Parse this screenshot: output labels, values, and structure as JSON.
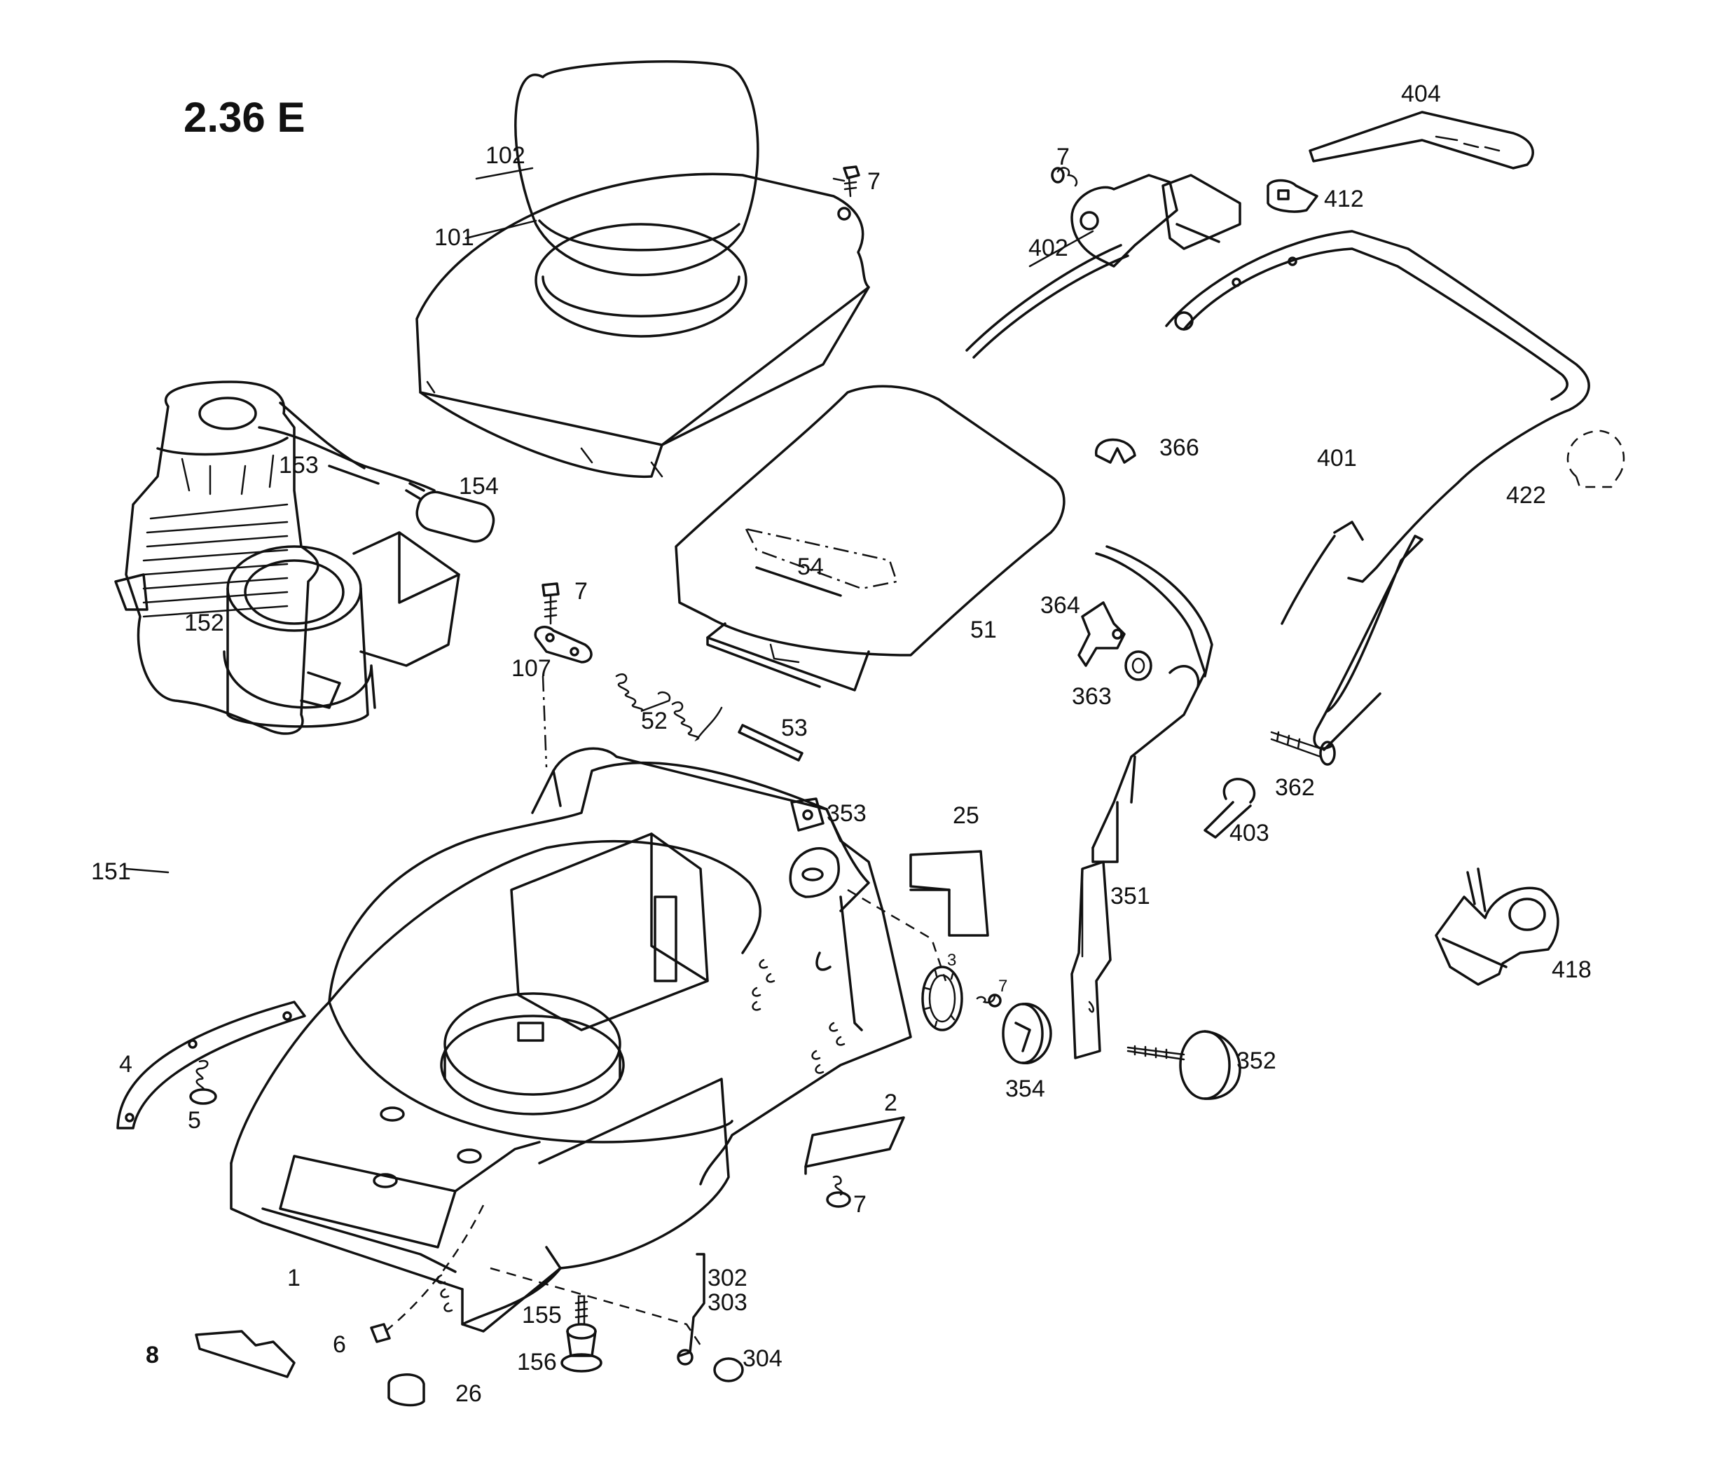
{
  "title": "2.36 E",
  "callouts": {
    "p1": "1",
    "p2": "2",
    "p3": "3",
    "p4": "4",
    "p5": "5",
    "p6": "6",
    "p8": "8",
    "p7a": "7",
    "p7b": "7",
    "p7c": "7",
    "p7d": "7",
    "p7e": "7",
    "p25": "25",
    "p26": "26",
    "p51": "51",
    "p52": "52",
    "p53": "53",
    "p54": "54",
    "p101": "101",
    "p102": "102",
    "p107": "107",
    "p151": "151",
    "p152": "152",
    "p153": "153",
    "p154": "154",
    "p155": "155",
    "p156": "156",
    "p302": "302",
    "p303": "303",
    "p304": "304",
    "p351": "351",
    "p352": "352",
    "p353": "353",
    "p354": "354",
    "p362": "362",
    "p363": "363",
    "p364": "364",
    "p366": "366",
    "p401": "401",
    "p402": "402",
    "p403": "403",
    "p404": "404",
    "p412": "412",
    "p418": "418",
    "p422": "422"
  }
}
